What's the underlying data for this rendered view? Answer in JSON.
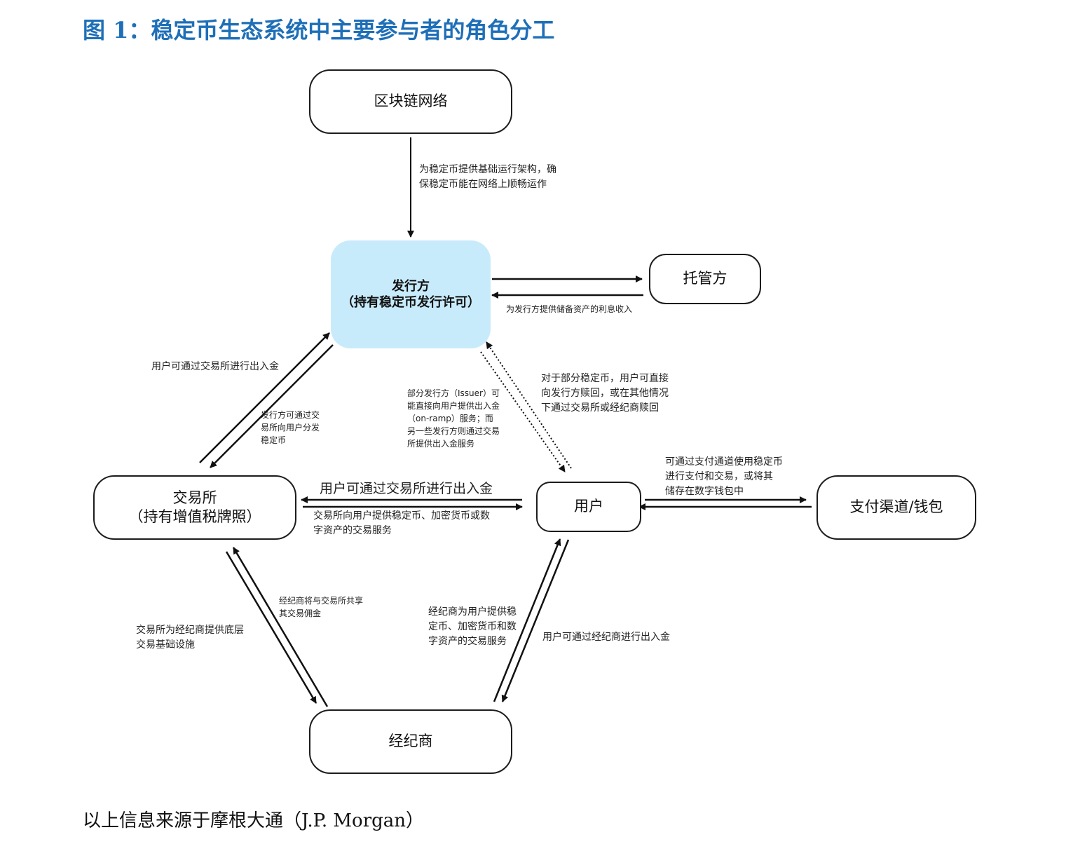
{
  "title": "图 1：稳定币生态系统中主要参与者的角色分工",
  "source": "以上信息来源于摩根大通（J.P. Morgan）",
  "nodes": {
    "blockchain": {
      "line1": "区块链网络"
    },
    "issuer": {
      "line1": "发行方",
      "line2": "（持有稳定币发行许可）"
    },
    "custodian": {
      "line1": "托管方"
    },
    "exchange": {
      "line1": "交易所",
      "line2": "（持有增值税牌照）"
    },
    "user": {
      "line1": "用户"
    },
    "payment": {
      "line1": "支付渠道/钱包"
    },
    "broker": {
      "line1": "经纪商"
    }
  },
  "edge_labels": {
    "blockchain_issuer": [
      "为稳定币提供基础运行架构，确",
      "保稳定币能在网络上顺畅运作"
    ],
    "custodian_issuer": [
      "为发行方提供储备资产的利息收入"
    ],
    "exchange_issuer": [
      "用户可通过交易所进行出入金"
    ],
    "issuer_exchange": [
      "发行方可通过交",
      "易所向用户分发",
      "稳定币"
    ],
    "issuer_user": [
      "部分发行方（Issuer）可",
      "能直接向用户提供出入金",
      "（on-ramp）服务；而",
      "另一些发行方则通过交易",
      "所提供出入金服务"
    ],
    "user_issuer": [
      "对于部分稳定币，用户可直接",
      "向发行方赎回，或在其他情况",
      "下通过交易所或经纪商赎回"
    ],
    "user_exchange": [
      "用户可通过交易所进行出入金"
    ],
    "exchange_user": [
      "交易所向用户提供稳定币、加密货币或数",
      "字资产的交易服务"
    ],
    "user_payment": [
      "可通过支付通道使用稳定币",
      "进行支付和交易，或将其",
      "储存在数字钱包中"
    ],
    "broker_exchange": [
      "经纪商将与交易所共享",
      "其交易佣金"
    ],
    "exchange_broker": [
      "交易所为经纪商提供底层",
      "交易基础设施"
    ],
    "broker_user": [
      "经纪商为用户提供稳",
      "定币、加密货币和数",
      "字资产的交易服务"
    ],
    "user_broker": [
      "用户可通过经纪商进行出入金"
    ]
  },
  "colors": {
    "title": "#1e6fb8",
    "issuer_fill": "#c8ebfb",
    "line": "#111111"
  }
}
